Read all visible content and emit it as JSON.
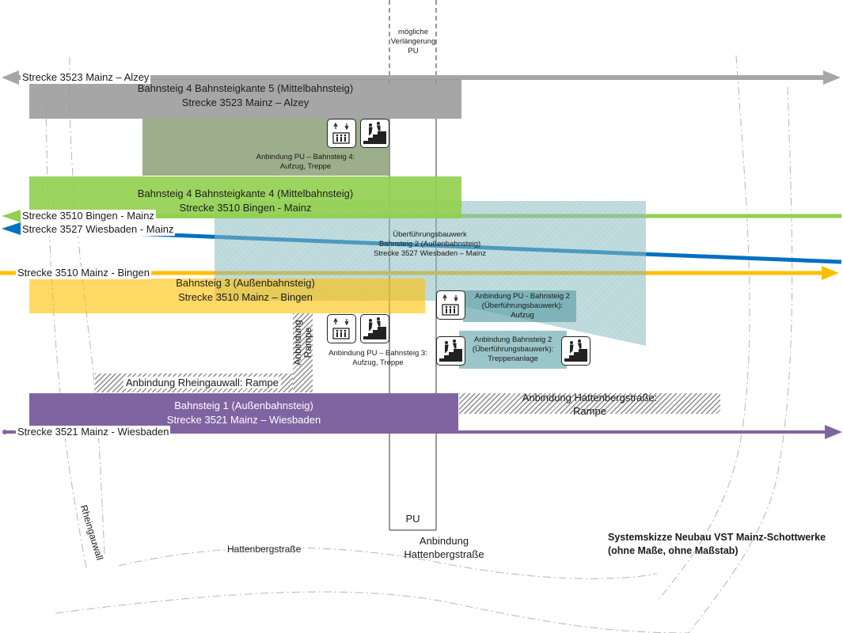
{
  "header": {
    "pu_extension": [
      "mögliche",
      "Verlängerung",
      "PU"
    ]
  },
  "tracks": {
    "t3523": "Strecke 3523 Mainz – Alzey",
    "t3510_bingen_mainz": "Strecke 3510 Bingen - Mainz",
    "t3527": "Strecke 3527 Wiesbaden - Mainz",
    "t3510_mainz_bingen": "Strecke 3510 Mainz - Bingen",
    "t3521": "Strecke 3521 Mainz - Wiesbaden"
  },
  "platforms": {
    "bs4k5": {
      "line1": "Bahnsteig 4 Bahnsteigkante 5 (Mittelbahnsteig)",
      "line2": "Strecke 3523 Mainz – Alzey"
    },
    "bs4k4": {
      "line1": "Bahnsteig 4 Bahnsteigkante 4 (Mittelbahnsteig)",
      "line2": "Strecke 3510 Bingen - Mainz"
    },
    "bs3": {
      "line1": "Bahnsteig 3 (Außenbahnsteig)",
      "line2": "Strecke 3510 Mainz – Bingen"
    },
    "bs1": {
      "line1": "Bahnsteig 1 (Außenbahnsteig)",
      "line2": "Strecke 3521 Mainz – Wiesbaden"
    }
  },
  "connections": {
    "pu_bs4": [
      "Anbindung PU – Bahnsteig 4:",
      "Aufzug, Treppe"
    ],
    "ueberfuehrung": [
      "Überführungsbauwerk",
      "Bahnsteig 2 (Außenbahnsteig)",
      "Strecke 3527 Wiesbaden – Mainz"
    ],
    "pu_bs2_aufzug": [
      "Anbindung PU - Bahnsteig 2",
      "(Überführungsbauwerk):",
      "Aufzug"
    ],
    "pu_bs2_treppe": [
      "Anbindung Bahnsteig 2",
      "(Überführungsbauwerk):",
      "Treppenanlage"
    ],
    "pu_bs3": [
      "Anbindung PU – Bahnsteig 3:",
      "Aufzug, Treppe"
    ],
    "rampe_vertical": [
      "Anbindung",
      "Rampe"
    ],
    "rheingauwall_rampe": "Anbindung Rheingauwall: Rampe",
    "hattenberg_rampe": [
      "Anbindung Hattenbergstraße:",
      "Rampe"
    ]
  },
  "pu": {
    "label": "PU",
    "anbindung": [
      "Anbindung",
      "Hattenbergstraße"
    ]
  },
  "streets": {
    "rheingauwall": "Rheingauwall",
    "hattenbergstrasse": "Hattenbergstraße"
  },
  "title": {
    "line1": "Systemskizze Neubau VST Mainz-Schottwerke",
    "line2": "(ohne Maße, ohne Maßstab)"
  },
  "icons": [
    "elevator-icon",
    "stairs-icon"
  ],
  "colors": {
    "gray": "#a6a6a6",
    "green": "#92d050",
    "blue": "#0070c0",
    "orange": "#ffc000",
    "purple": "#8064a2",
    "teal": "#5b9ea6"
  }
}
